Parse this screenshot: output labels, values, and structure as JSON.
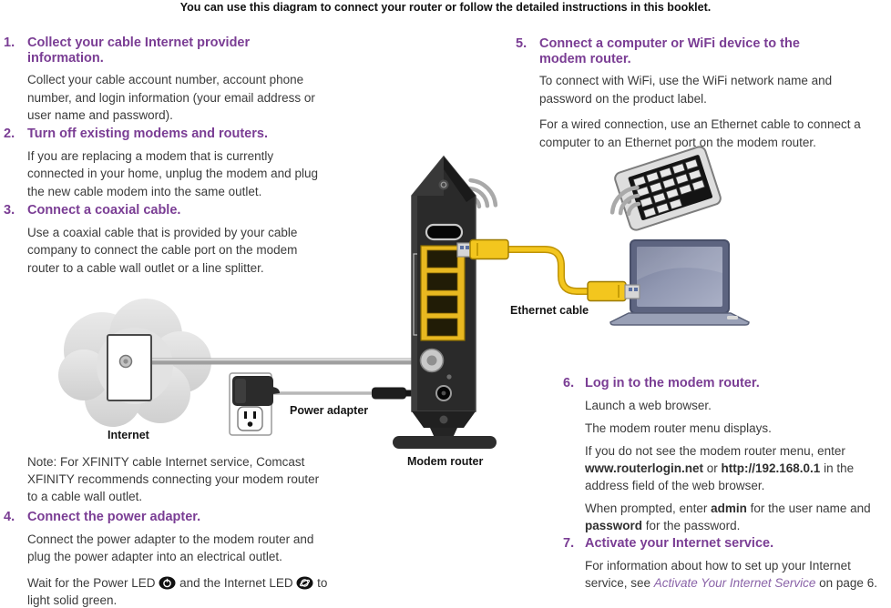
{
  "header": {
    "tagline": "You can use this diagram to connect your router or follow the detailed instructions in this booklet."
  },
  "colors": {
    "accent_purple": "#7a3d94",
    "link_purple": "#8a63a8",
    "body_text": "#3b3b3b",
    "label_black": "#141414",
    "cable_yellow": "#f3c61e",
    "router_black": "#2a2a2a"
  },
  "steps": {
    "s1": {
      "num": "1.",
      "title": "Collect your cable Internet provider information.",
      "p1": "Collect your cable account number, account phone number, and login information (your email address or user name and password)."
    },
    "s2": {
      "num": "2.",
      "title": "Turn off existing modems and routers.",
      "p1": "If you are replacing a modem that is currently connected in your home, unplug the modem and plug the new cable modem into the same outlet."
    },
    "s3": {
      "num": "3.",
      "title": "Connect a coaxial cable.",
      "p1": "Use a coaxial cable that is provided by your cable company to connect the cable port on the modem router to a cable wall outlet or a line splitter."
    },
    "s4": {
      "num": "4.",
      "title": "Connect the power adapter.",
      "p1": "Connect the power adapter to the modem router and plug the power adapter into an electrical outlet.",
      "p2a": "Wait for the Power LED ",
      "p2b": " and the Internet LED ",
      "p2c": " to light solid green."
    },
    "s5": {
      "num": "5.",
      "title": "Connect a computer or WiFi device to the modem router.",
      "p1": "To connect with WiFi, use the WiFi network name and password on the product label.",
      "p2": "For a wired connection, use an Ethernet cable to connect a computer to an Ethernet port on the modem router."
    },
    "s6": {
      "num": "6.",
      "title": "Log in to the modem router.",
      "p1": "Launch a web browser.",
      "p2": "The modem router menu displays.",
      "p3a": "If you do not see the modem router menu, enter ",
      "p3b": "www.routerlogin.net",
      "p3c": " or ",
      "p3d": "http://192.168.0.1",
      "p3e": " in the address field of the web browser.",
      "p4a": "When prompted, enter ",
      "p4b": "admin",
      "p4c": " for the user name and ",
      "p4d": "password",
      "p4e": " for the password."
    },
    "s7": {
      "num": "7.",
      "title": "Activate your Internet service.",
      "p1a": "For information about how to set up your Internet service, see ",
      "p1b": "Activate Your Internet Service",
      "p1c": " on page 6."
    }
  },
  "note": {
    "label": "Note:",
    "text": "  For XFINITY cable Internet service, Comcast XFINITY recommends connecting your modem router to a cable wall outlet."
  },
  "diagram": {
    "internet_label": "Internet",
    "power_adapter_label": "Power adapter",
    "ethernet_cable_label": "Ethernet cable",
    "modem_router_label": "Modem router"
  }
}
